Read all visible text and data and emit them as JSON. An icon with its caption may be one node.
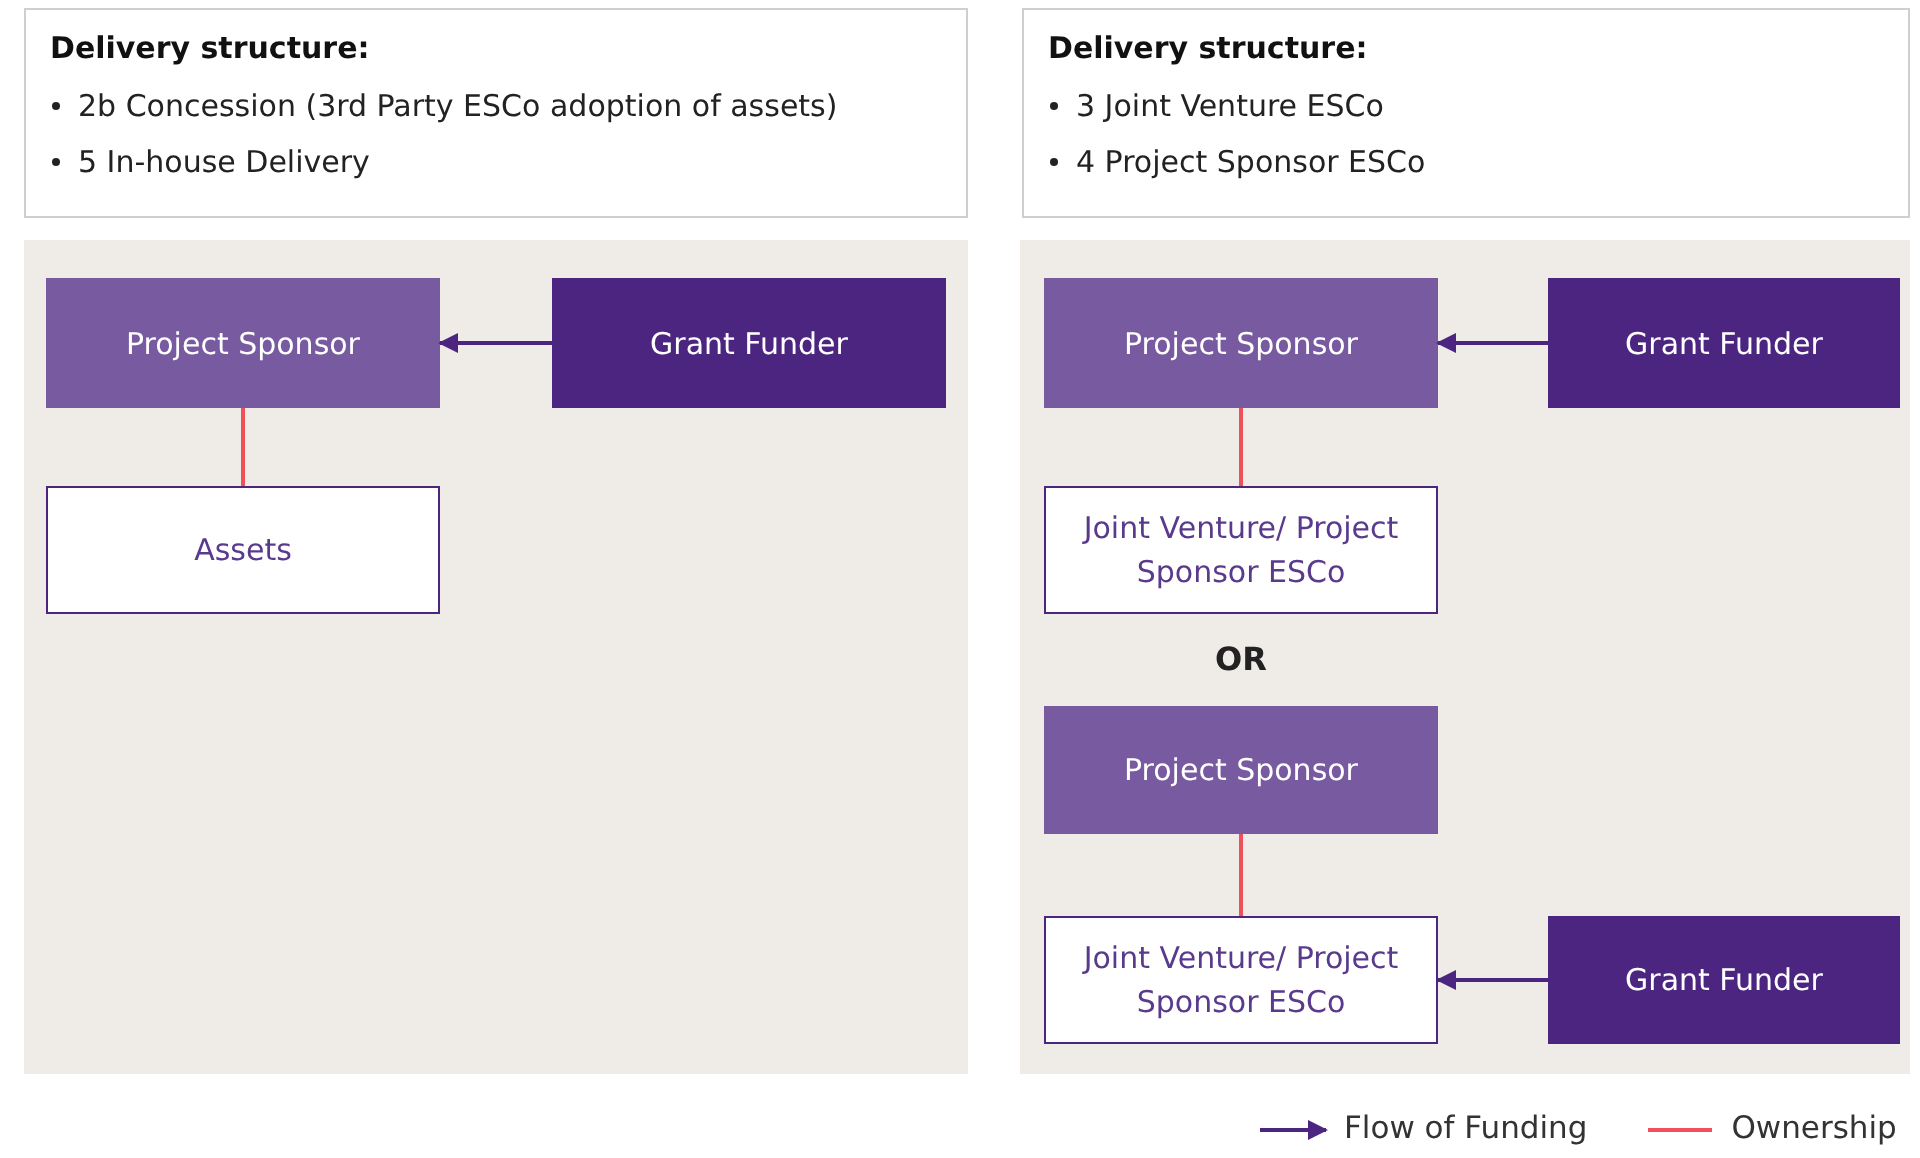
{
  "diagram": {
    "nodes": [
      {
        "text": [
          "Delivery structure:",
          "2b Concession (3rd Party ESCo adoption of assets)",
          "5 In-house Delivery"
        ]
      },
      {
        "text": [
          "Delivery structure:",
          "3 Joint Venture ESCo",
          "4 Project Sponsor ESCo"
        ]
      },
      {
        "text": [],
        "shape": "box"
      },
      {
        "text": [
          "Project Sponsor"
        ],
        "in": 2
      },
      {
        "text": [
          "Grant Funder"
        ],
        "in": 2
      },
      {
        "text": [
          "Assets"
        ],
        "in": 2
      },
      {
        "text": [],
        "shape": "box"
      },
      {
        "text": [
          "Project Sponsor"
        ],
        "in": 6
      },
      {
        "text": [
          "Grant Funder"
        ],
        "in": 6
      },
      {
        "text": [
          "Joint Venture/ Project Sponsor ESCo"
        ],
        "in": 6
      },
      {
        "text": [
          "Project Sponsor"
        ],
        "in": 6
      },
      {
        "text": [
          "Joint Venture/ Project Sponsor ESCo"
        ],
        "in": 6
      },
      {
        "text": [
          "Grant Funder"
        ],
        "in": 6
      }
    ],
    "edges": [
      {
        "from": 4,
        "to": 3,
        "arrow": "to",
        "color": "#4b2580"
      },
      {
        "from": 3,
        "to": 5,
        "arrow": "none",
        "color": "#f0505a"
      },
      {
        "from": 8,
        "to": 7,
        "arrow": "to",
        "color": "#4b2580"
      },
      {
        "from": 7,
        "to": 9,
        "arrow": "none",
        "color": "#f0505a"
      },
      {
        "from": 10,
        "to": 11,
        "arrow": "none",
        "color": "#f0505a"
      },
      {
        "from": 12,
        "to": 11,
        "arrow": "to",
        "color": "#4b2580"
      }
    ],
    "labels": [
      "OR"
    ],
    "legend": [
      {
        "text": "Flow of Funding"
      },
      {
        "text": "Ownership"
      }
    ]
  }
}
